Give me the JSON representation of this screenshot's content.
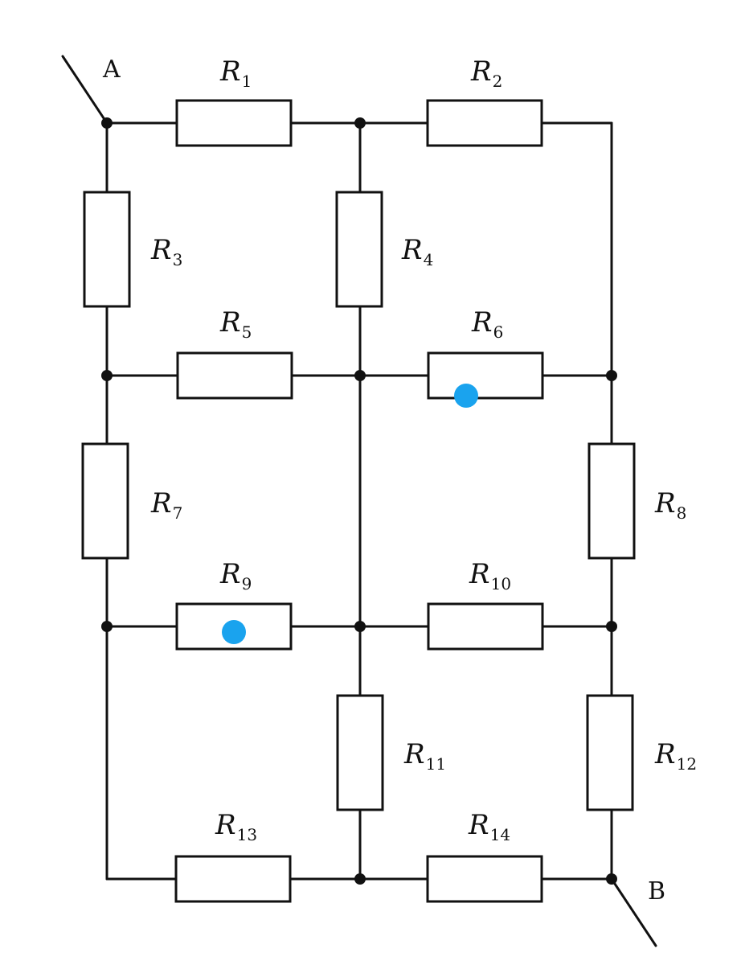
{
  "colors": {
    "wire": "#111111",
    "resistor_fill": "#ffffff",
    "marker": "#1aa3ee",
    "background": "#ffffff"
  },
  "terminals": [
    {
      "id": "A",
      "label": "A"
    },
    {
      "id": "B",
      "label": "B"
    }
  ],
  "resistors": [
    {
      "id": "R1",
      "symbol": "R",
      "index": "1"
    },
    {
      "id": "R2",
      "symbol": "R",
      "index": "2"
    },
    {
      "id": "R3",
      "symbol": "R",
      "index": "3"
    },
    {
      "id": "R4",
      "symbol": "R",
      "index": "4"
    },
    {
      "id": "R5",
      "symbol": "R",
      "index": "5"
    },
    {
      "id": "R6",
      "symbol": "R",
      "index": "6"
    },
    {
      "id": "R7",
      "symbol": "R",
      "index": "7"
    },
    {
      "id": "R8",
      "symbol": "R",
      "index": "8"
    },
    {
      "id": "R9",
      "symbol": "R",
      "index": "9"
    },
    {
      "id": "R10",
      "symbol": "R",
      "index": "10"
    },
    {
      "id": "R11",
      "symbol": "R",
      "index": "11"
    },
    {
      "id": "R12",
      "symbol": "R",
      "index": "12"
    },
    {
      "id": "R13",
      "symbol": "R",
      "index": "13"
    },
    {
      "id": "R14",
      "symbol": "R",
      "index": "14"
    }
  ],
  "markers": [
    {
      "on": "R6"
    },
    {
      "on": "R9"
    }
  ]
}
